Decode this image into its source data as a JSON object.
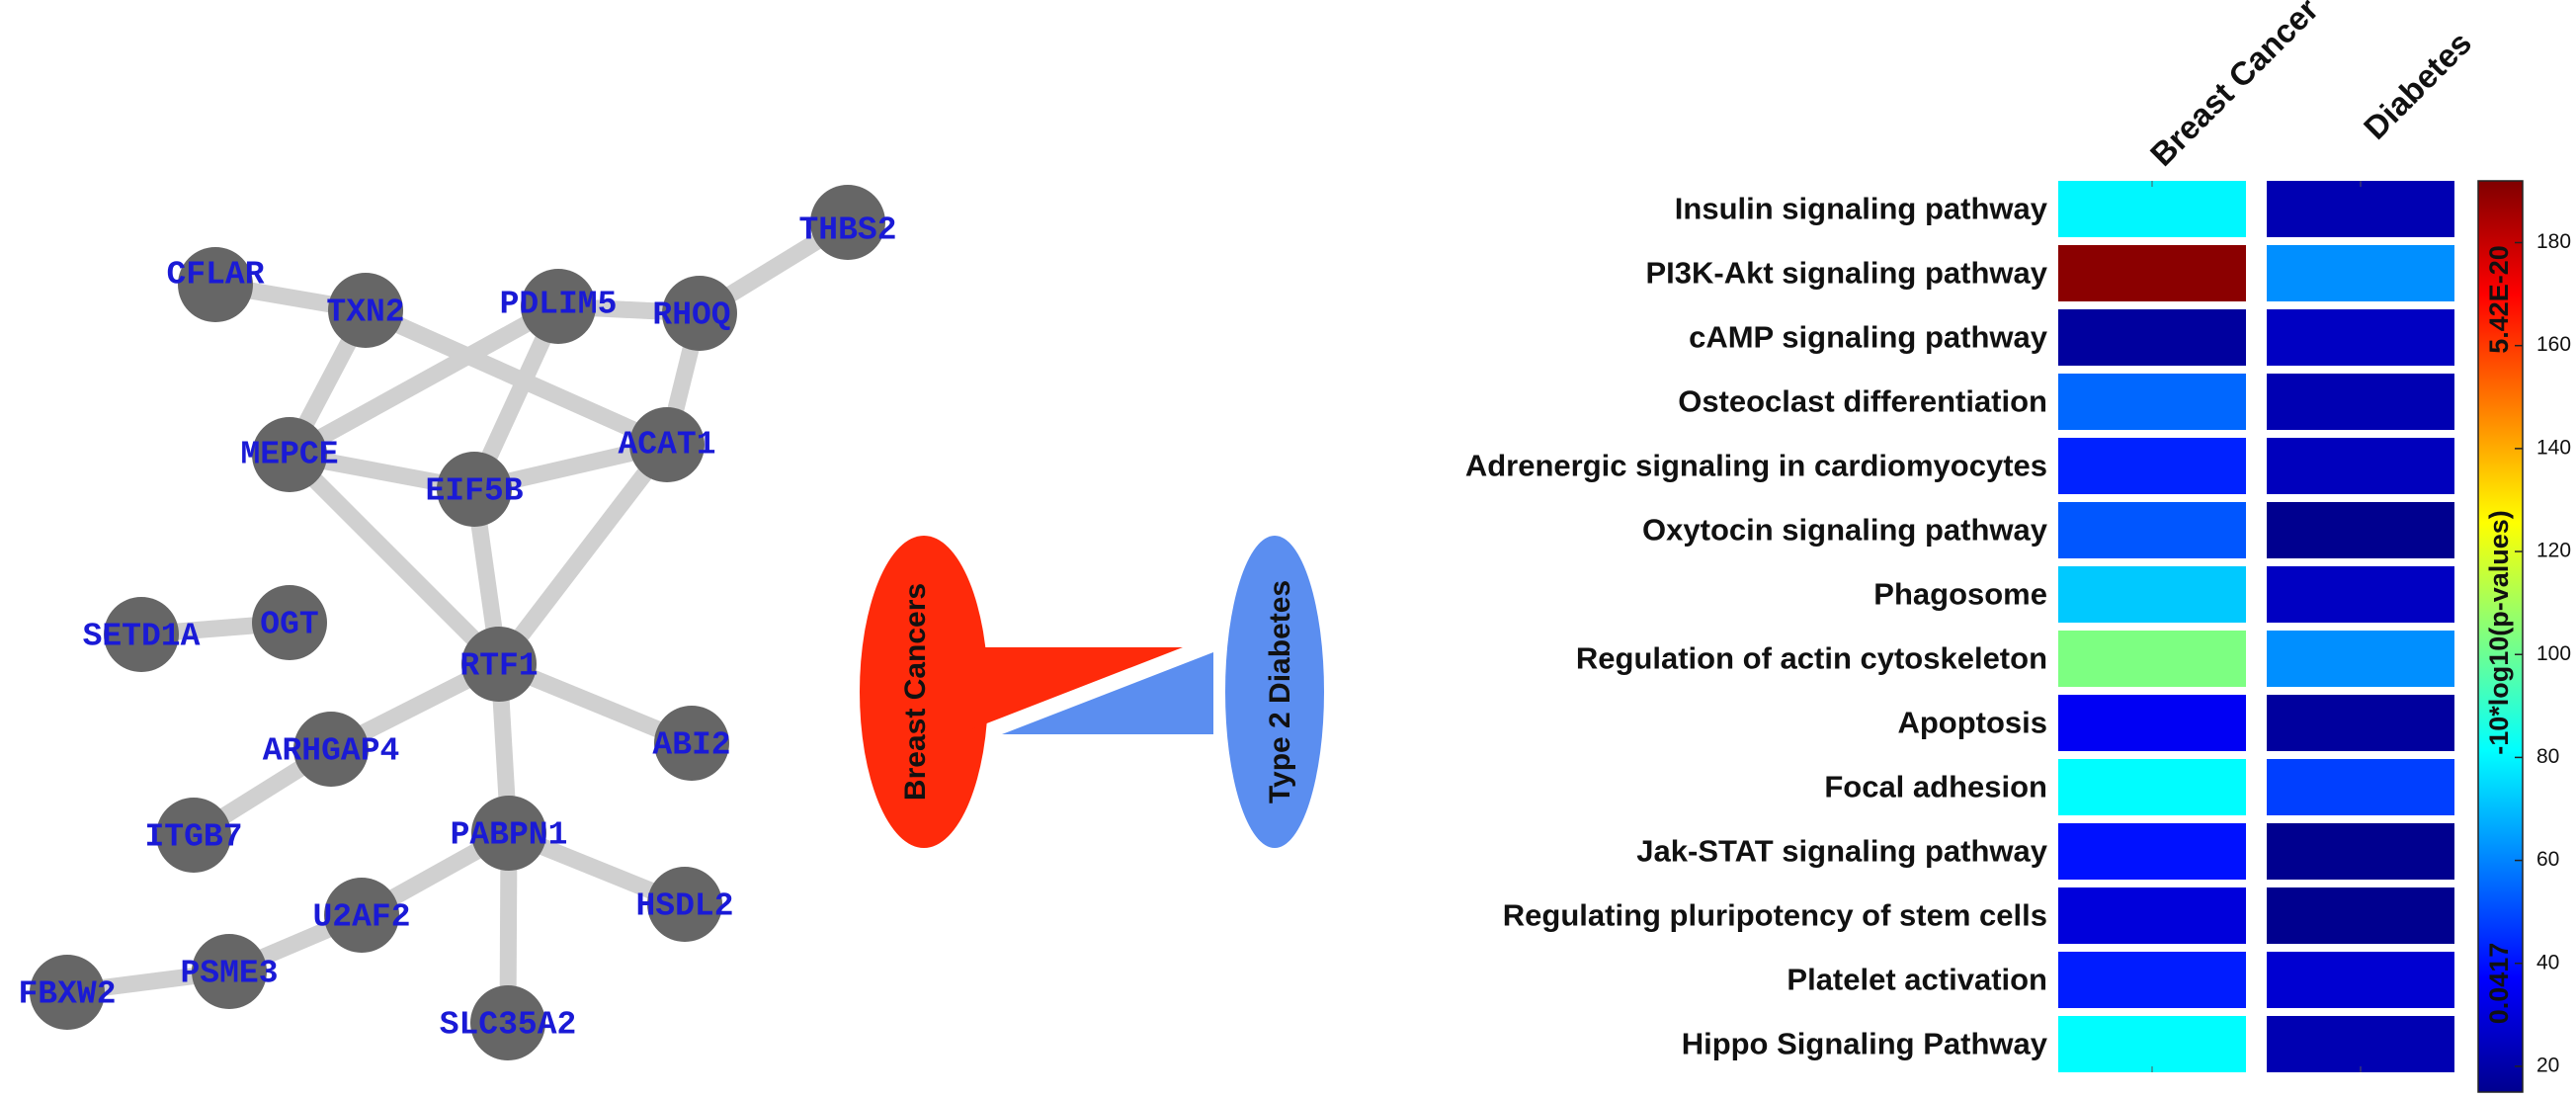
{
  "network": {
    "node_color": "#666666",
    "edge_color": "#d0d0d0",
    "label_color": "#1a1ad6",
    "nodes": [
      "CFLAR",
      "TXN2",
      "PDLIM5",
      "RHOQ",
      "THBS2",
      "MEPCE",
      "EIF5B",
      "ACAT1",
      "SETD1A",
      "OGT",
      "RTF1",
      "ARHGAP4",
      "ABI2",
      "ITGB7",
      "PABPN1",
      "HSDL2",
      "U2AF2",
      "PSME3",
      "FBXW2",
      "SLC35A2"
    ],
    "edges": [
      [
        "CFLAR",
        "TXN2"
      ],
      [
        "TXN2",
        "MEPCE"
      ],
      [
        "TXN2",
        "ACAT1"
      ],
      [
        "PDLIM5",
        "RHOQ"
      ],
      [
        "RHOQ",
        "THBS2"
      ],
      [
        "PDLIM5",
        "MEPCE"
      ],
      [
        "PDLIM5",
        "EIF5B"
      ],
      [
        "RHOQ",
        "ACAT1"
      ],
      [
        "MEPCE",
        "EIF5B"
      ],
      [
        "EIF5B",
        "ACAT1"
      ],
      [
        "MEPCE",
        "RTF1"
      ],
      [
        "EIF5B",
        "RTF1"
      ],
      [
        "ACAT1",
        "RTF1"
      ],
      [
        "SETD1A",
        "OGT"
      ],
      [
        "RTF1",
        "ARHGAP4"
      ],
      [
        "RTF1",
        "ABI2"
      ],
      [
        "RTF1",
        "PABPN1"
      ],
      [
        "ARHGAP4",
        "ITGB7"
      ],
      [
        "PABPN1",
        "HSDL2"
      ],
      [
        "PABPN1",
        "U2AF2"
      ],
      [
        "PABPN1",
        "SLC35A2"
      ],
      [
        "U2AF2",
        "PSME3"
      ],
      [
        "PSME3",
        "FBXW2"
      ]
    ]
  },
  "venn": {
    "left_label": "Breast Cancers",
    "right_label": "Type 2 Diabetes",
    "left_color": "#ff2a0a",
    "right_color": "#5b8ef0"
  },
  "chart_data": {
    "type": "heatmap",
    "columns": [
      "Breast Cancer",
      "Diabetes"
    ],
    "rows": [
      "Insulin signaling pathway",
      "PI3K-Akt signaling pathway",
      "cAMP signaling pathway",
      "Osteoclast differentiation",
      "Adrenergic signaling in cardiomyocytes",
      "Oxytocin signaling pathway",
      "Phagosome",
      "Regulation of actin cytoskeleton",
      "Apoptosis",
      "Focal adhesion",
      "Jak-STAT signaling pathway",
      "Regulating pluripotency of stem cells",
      "Platelet activation",
      "Hippo Signaling Pathway"
    ],
    "values": [
      [
        80,
        22
      ],
      [
        190,
        62
      ],
      [
        18,
        25
      ],
      [
        55,
        22
      ],
      [
        43,
        24
      ],
      [
        52,
        15
      ],
      [
        72,
        25
      ],
      [
        103,
        62
      ],
      [
        35,
        18
      ],
      [
        81,
        48
      ],
      [
        40,
        12
      ],
      [
        30,
        12
      ],
      [
        42,
        28
      ],
      [
        81,
        22
      ]
    ],
    "colorbar": {
      "label": "-10*log10(p-values)",
      "min": 15,
      "max": 192,
      "ticks": [
        20,
        40,
        60,
        80,
        100,
        120,
        140,
        160,
        180
      ],
      "low_annotation": "0.0417",
      "high_annotation": "5.42E-20"
    }
  }
}
